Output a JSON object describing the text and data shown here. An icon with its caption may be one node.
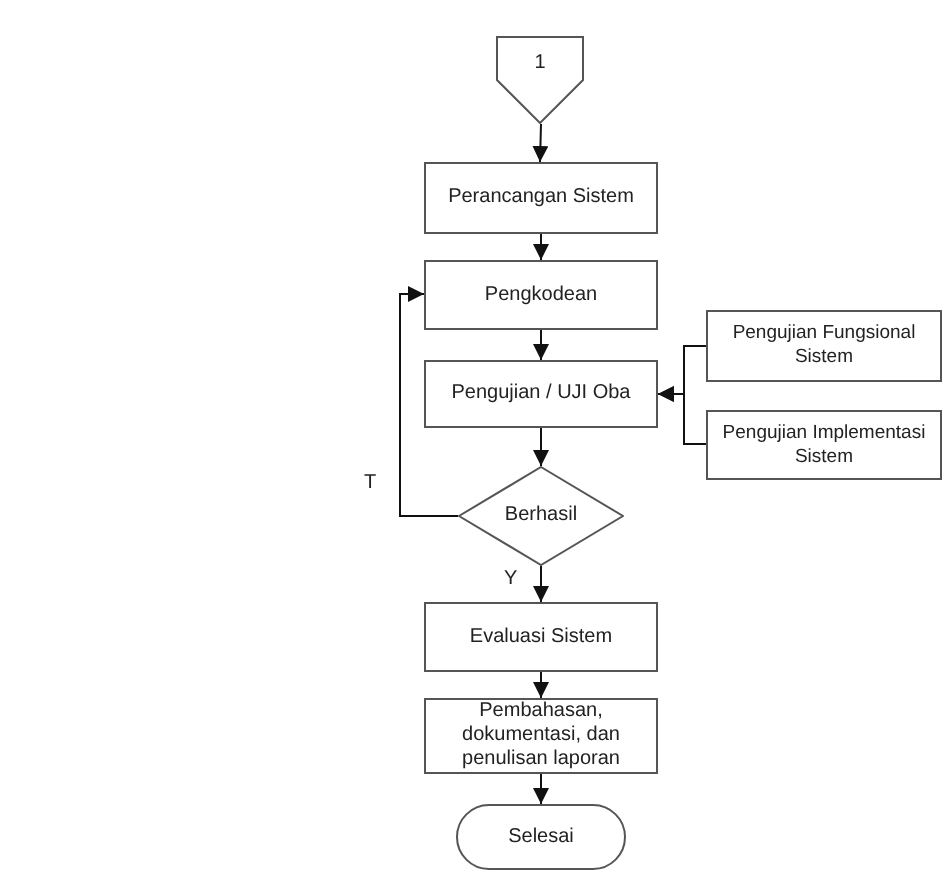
{
  "diagram": {
    "nodes": [
      {
        "text": [
          "1"
        ]
      },
      {
        "text": [
          "Perancangan Sistem"
        ]
      },
      {
        "text": [
          "Pengkodean"
        ]
      },
      {
        "text": [
          "Pengujian / UJI Oba"
        ]
      },
      {
        "text": [
          "Pengujian Fungsional Sistem"
        ]
      },
      {
        "text": [
          "Pengujian Implementasi Sistem"
        ]
      },
      {
        "text": [
          "Berhasil"
        ]
      },
      {
        "text": [
          "Evaluasi Sistem"
        ]
      },
      {
        "text": [
          "Pembahasan, dokumentasi, dan penulisan laporan"
        ]
      },
      {
        "text": [
          "Selesai"
        ]
      }
    ],
    "edges": [
      {
        "from": 0,
        "to": 1,
        "arrow": "to"
      },
      {
        "from": 1,
        "to": 2,
        "arrow": "to"
      },
      {
        "from": 2,
        "to": 3,
        "arrow": "to"
      },
      {
        "from": 4,
        "to": 3,
        "arrow": "to"
      },
      {
        "from": 5,
        "to": 3,
        "arrow": "to"
      },
      {
        "from": 3,
        "to": 6,
        "arrow": "to"
      },
      {
        "from": 6,
        "to": 2,
        "arrow": "to",
        "label": "T"
      },
      {
        "from": 6,
        "to": 7,
        "arrow": "to",
        "label": "Y"
      },
      {
        "from": 7,
        "to": 8,
        "arrow": "to"
      },
      {
        "from": 8,
        "to": 9,
        "arrow": "to"
      }
    ]
  }
}
